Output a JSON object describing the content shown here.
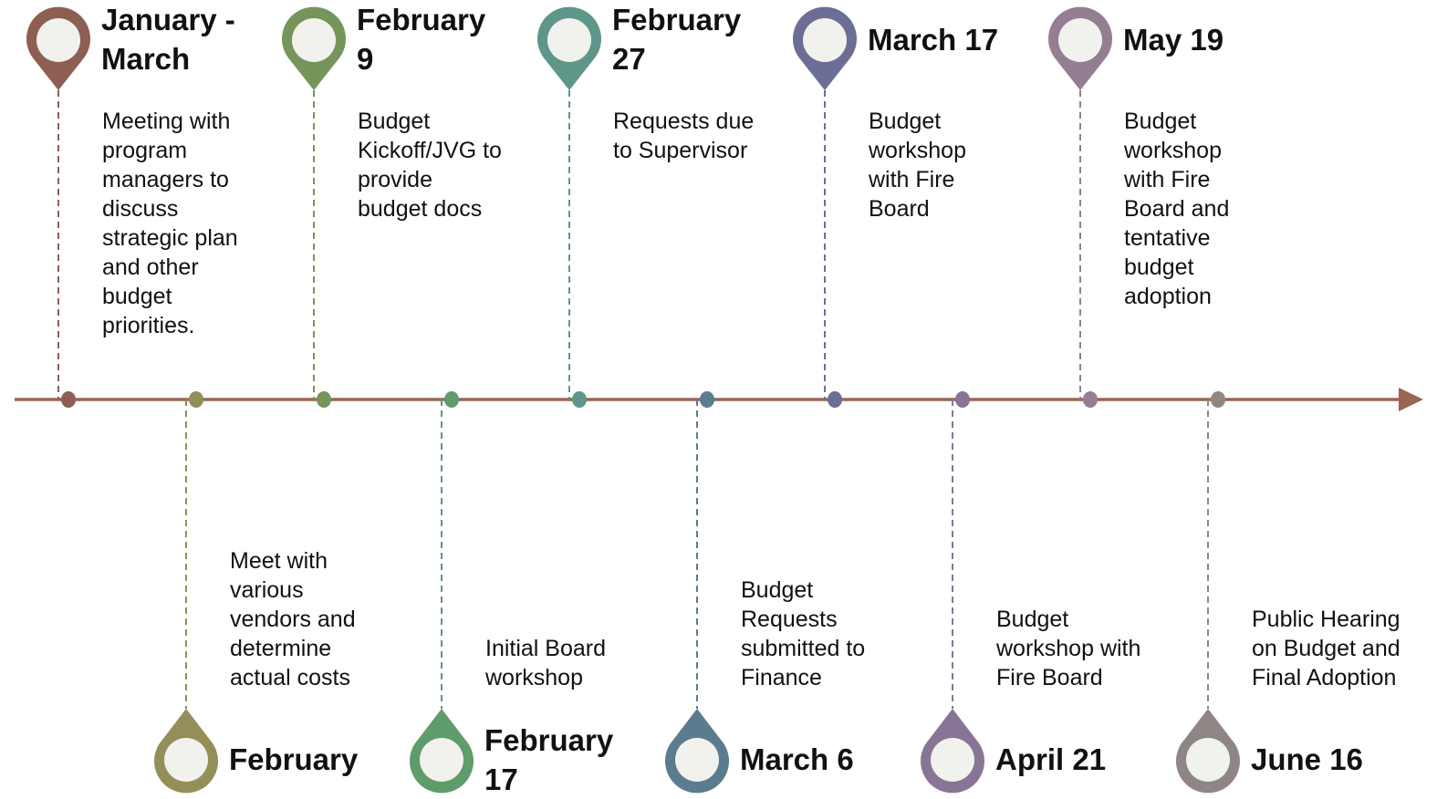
{
  "events": [
    {
      "id": "e1",
      "date": "January -\nMarch",
      "desc": "Meeting with\nprogram\nmanagers to\ndiscuss\nstrategic plan\nand other\nbudget\npriorities.",
      "color": "#8d5e52",
      "side": "top"
    },
    {
      "id": "e2",
      "date": "February",
      "desc": "Meet with\nvarious\nvendors and\ndetermine\nactual costs",
      "color": "#948f58",
      "side": "bottom"
    },
    {
      "id": "e3",
      "date": "February\n9",
      "desc": "Budget\nKickoff/JVG to\nprovide\nbudget docs",
      "color": "#76955a",
      "side": "top"
    },
    {
      "id": "e4",
      "date": "February\n17",
      "desc": "Initial Board\nworkshop",
      "color": "#5f9c6b",
      "side": "bottom"
    },
    {
      "id": "e5",
      "date": "February\n27",
      "desc": "Requests due\nto Supervisor",
      "color": "#5f968a",
      "side": "top"
    },
    {
      "id": "e6",
      "date": "March 6",
      "desc": "Budget\nRequests\nsubmitted to\nFinance",
      "color": "#5b7c8f",
      "side": "bottom"
    },
    {
      "id": "e7",
      "date": "March 17",
      "desc": "Budget\nworkshop\nwith Fire\nBoard",
      "color": "#6c6e96",
      "side": "top"
    },
    {
      "id": "e8",
      "date": "April 21",
      "desc": "Budget\nworkshop with\nFire Board",
      "color": "#887596",
      "side": "bottom"
    },
    {
      "id": "e9",
      "date": "May 19",
      "desc": "Budget\nworkshop\nwith Fire\nBoard and\ntentative\nbudget\nadoption",
      "color": "#937e92",
      "side": "top"
    },
    {
      "id": "e10",
      "date": "June 16",
      "desc": "Public Hearing\non Budget and\nFinal Adoption",
      "color": "#8f8585",
      "side": "bottom"
    }
  ],
  "axis": {
    "color": "#9b6552"
  }
}
